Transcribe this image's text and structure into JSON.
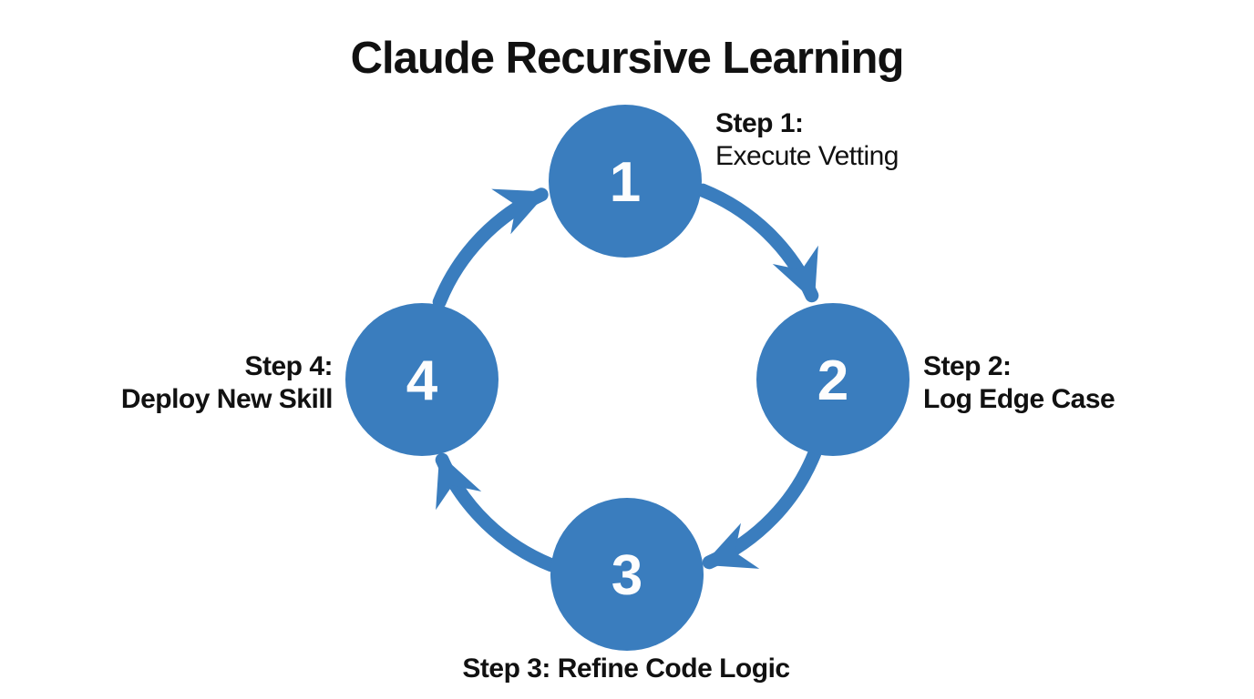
{
  "title": "Claude Recursive Learning",
  "colors": {
    "primary_blue": "#3a7dbe",
    "text_black": "#111111",
    "number_white": "#fdfdfd",
    "background": "#ffffff"
  },
  "steps": [
    {
      "number": "1",
      "label_line1": "Step 1:",
      "label_line2": "Execute Vetting"
    },
    {
      "number": "2",
      "label_line1": "Step 2:",
      "label_line2": "Log Edge Case"
    },
    {
      "number": "3",
      "label_line1": "Step 3: Refine Code Logic"
    },
    {
      "number": "4",
      "label_line1": "Step 4:",
      "label_line2": "Deploy New Skill"
    }
  ],
  "arrows": [
    {
      "from": "1",
      "to": "2"
    },
    {
      "from": "2",
      "to": "3"
    },
    {
      "from": "3",
      "to": "4"
    },
    {
      "from": "4",
      "to": "1"
    }
  ]
}
